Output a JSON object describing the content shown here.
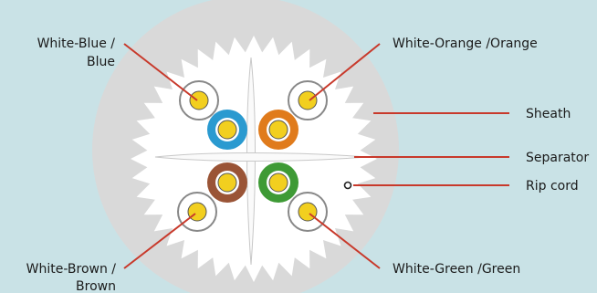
{
  "colors": {
    "background": "#c9e2e6",
    "sheath_outer": "#d9d9d9",
    "core": "#ffffff",
    "leader_line": "#c8392b",
    "conductor": "#f2cf1f",
    "blue": "#2a9ad0",
    "orange": "#e07b1c",
    "brown": "#9a5436",
    "green": "#3e9a35"
  },
  "labels": {
    "white_blue": "White-Blue /",
    "blue": "Blue",
    "white_orange": "White-Orange /Orange",
    "sheath": "Sheath",
    "separator": "Separator",
    "rip_cord": "Rip cord",
    "white_brown": "White-Brown /",
    "brown": "Brown",
    "white_green": "White-Green /Green"
  }
}
